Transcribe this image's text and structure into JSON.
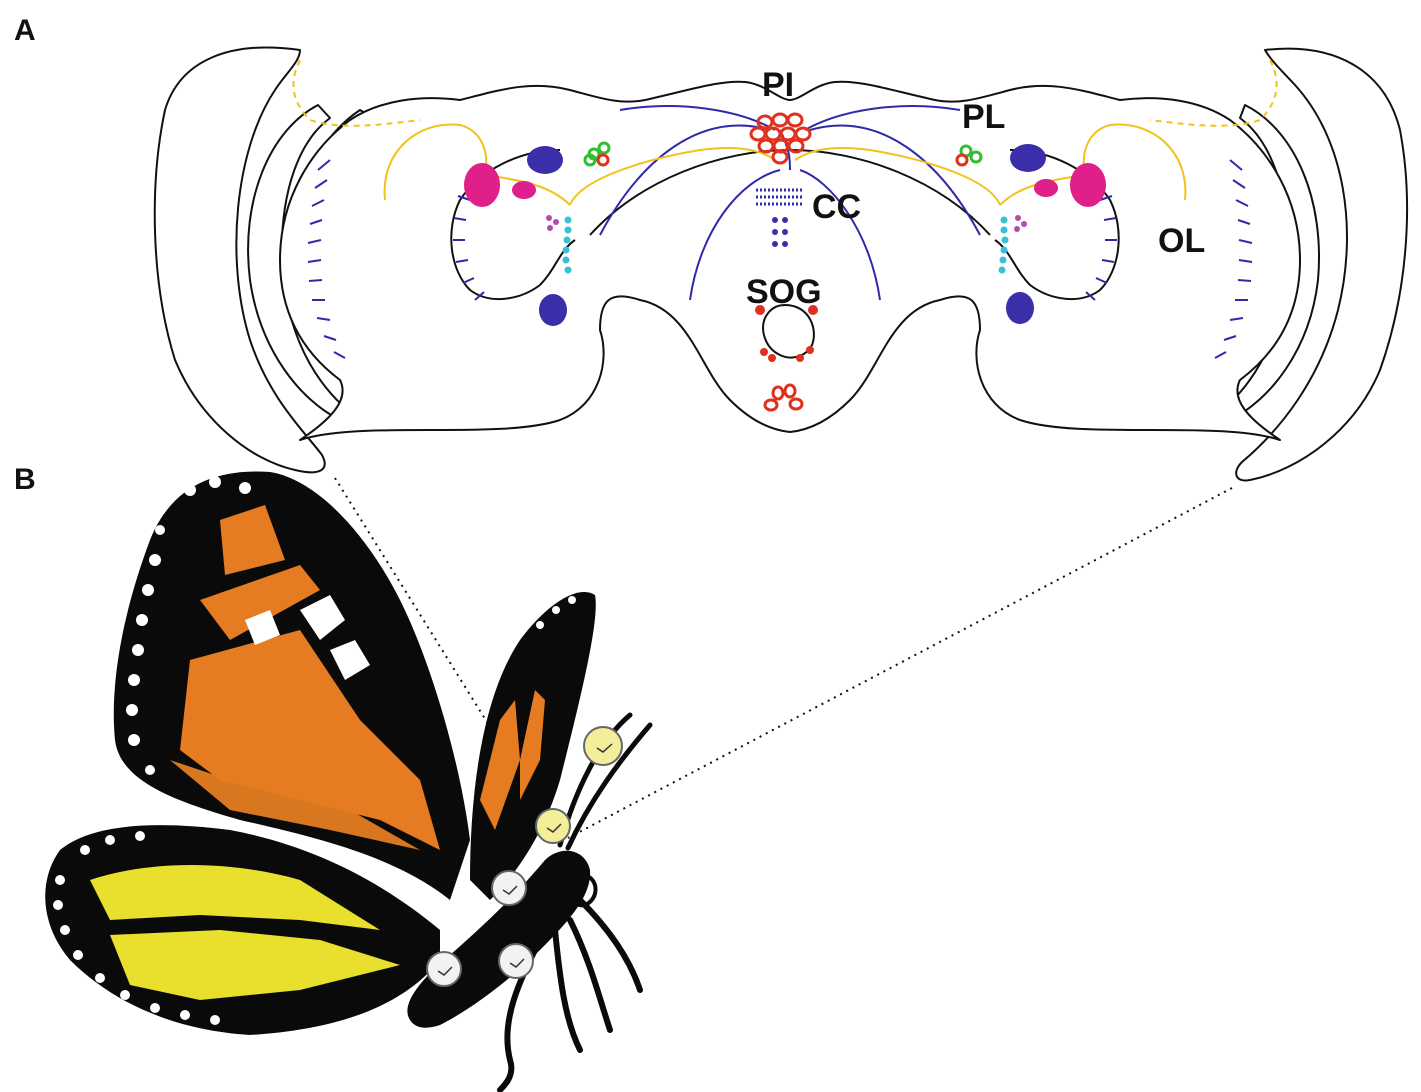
{
  "figure": {
    "panels": [
      {
        "id": "A",
        "label": "A"
      },
      {
        "id": "B",
        "label": "B"
      }
    ],
    "brain_regions": [
      {
        "key": "pi",
        "label": "PI"
      },
      {
        "key": "pl",
        "label": "PL"
      },
      {
        "key": "cc",
        "label": "CC"
      },
      {
        "key": "ol",
        "label": "OL"
      },
      {
        "key": "sog",
        "label": "SOG"
      }
    ],
    "colors": {
      "outline": "#111111",
      "tract_blue": "#2e2aa8",
      "tract_yellow": "#f2c21b",
      "pi_cells": "#e0301e",
      "pl_cells": "#2fbf2f",
      "clusters_magenta": "#e0208a",
      "clusters_purple": "#3a2fa8",
      "cells_cyan": "#3bbfd8",
      "cells_violet": "#b34bb0",
      "wing_orange": "#e57c22",
      "wing_yellow": "#e8e02c",
      "body_black": "#0a0a0a",
      "clock_yellow": "#f3ee9a",
      "clock_white": "#f2f2f2"
    },
    "icons": [
      "clock-icon"
    ]
  }
}
